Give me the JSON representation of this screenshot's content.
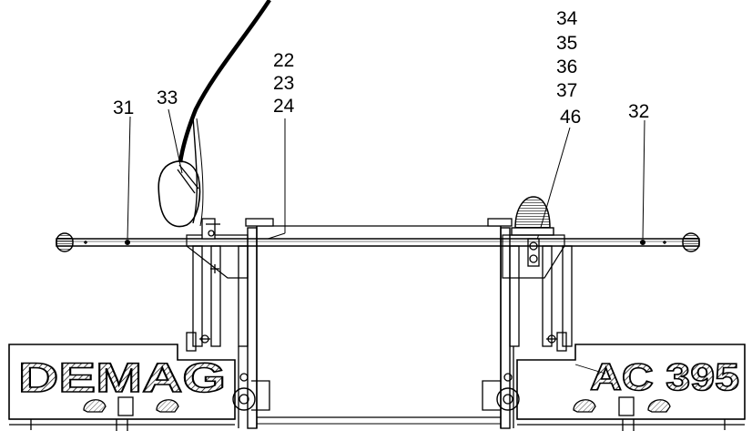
{
  "callouts": {
    "c31": "31",
    "c33": "33",
    "c22": "22",
    "c23": "23",
    "c24": "24",
    "c34": "34",
    "c35": "35",
    "c36": "36",
    "c37": "37",
    "c46": "46",
    "c32": "32"
  },
  "panels": {
    "left_brand": "DEMAG",
    "right_model": "AC 395"
  },
  "colors": {
    "line": "#000000",
    "background": "#ffffff"
  }
}
